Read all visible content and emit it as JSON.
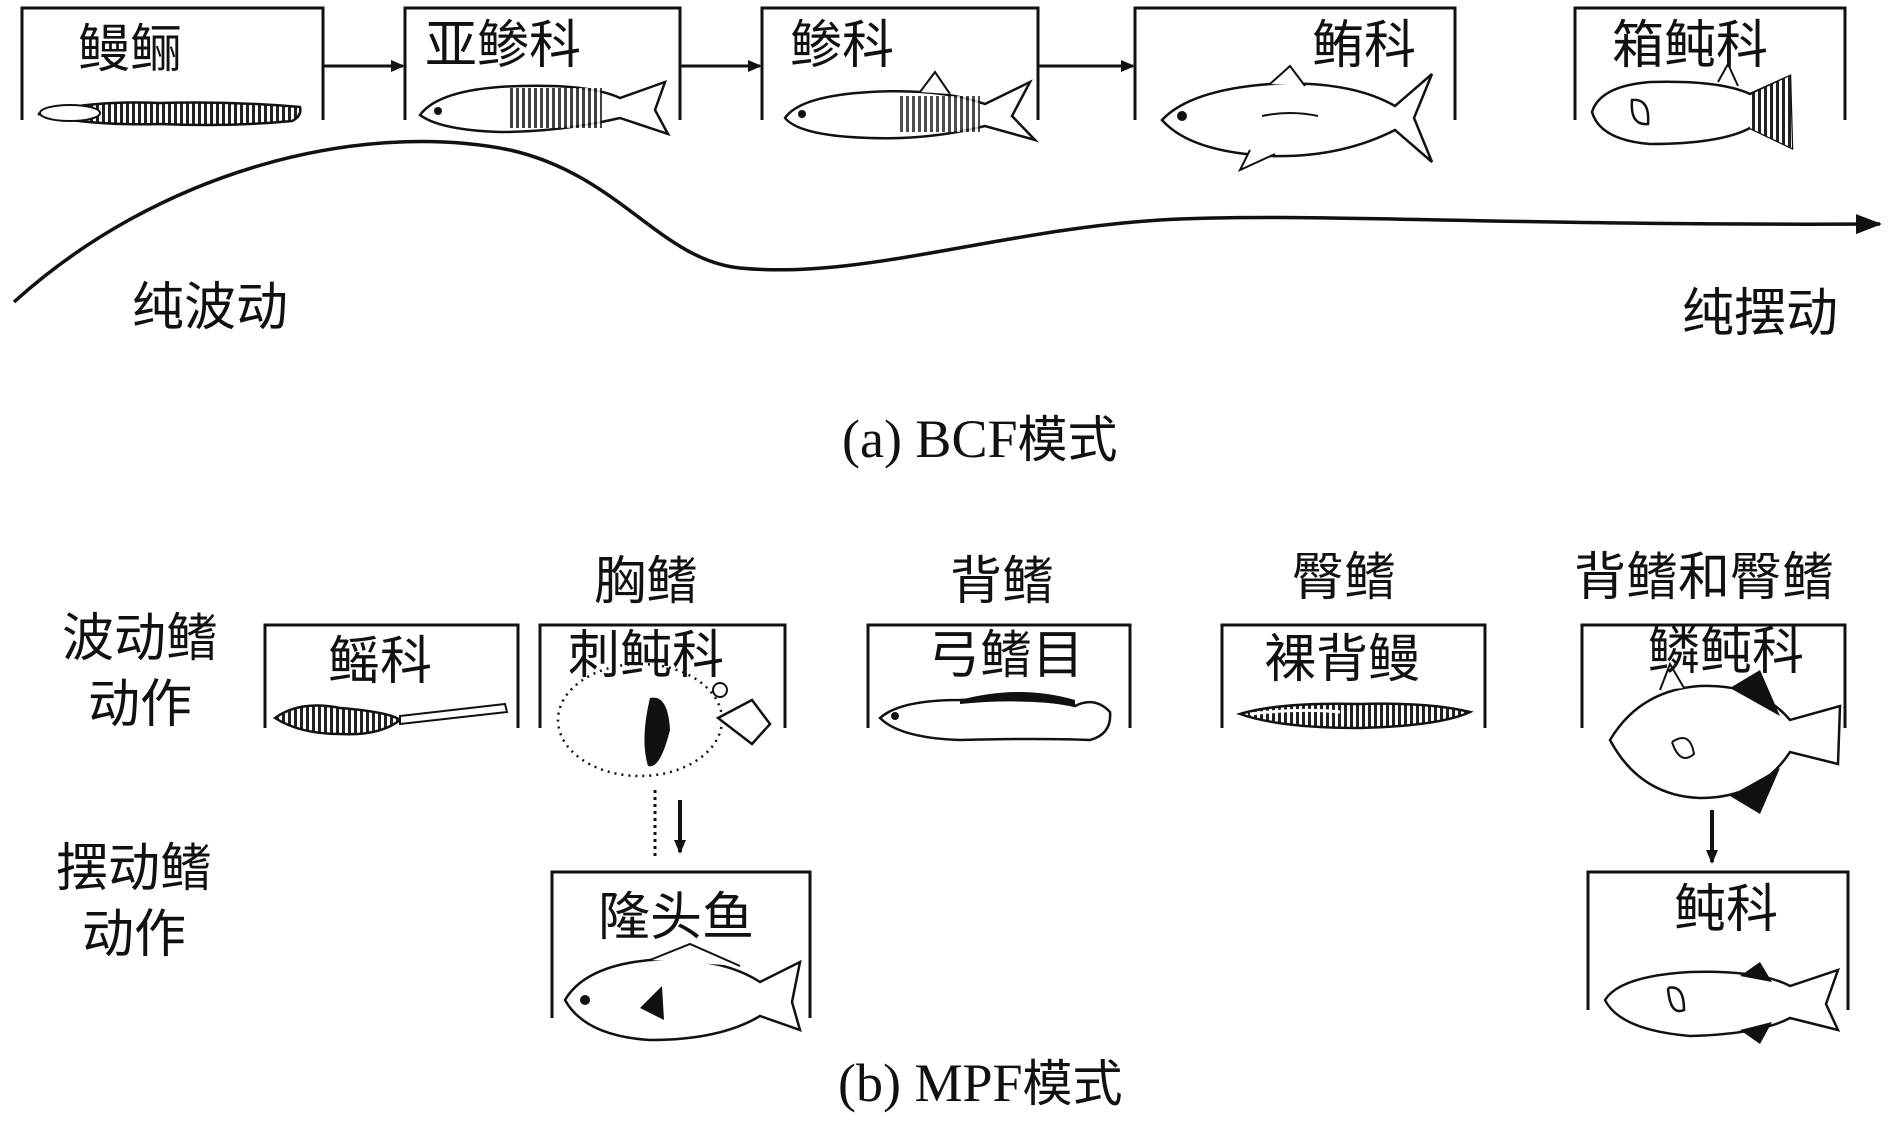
{
  "bcf": {
    "boxes": [
      {
        "label": "鳗鲡"
      },
      {
        "label": "亚鲹科"
      },
      {
        "label": "鲹科"
      },
      {
        "label": "鲔科"
      },
      {
        "label": "箱鲀科"
      }
    ],
    "left_end": "纯波动",
    "right_end": "纯摆动",
    "caption_prefix": "(a) BCF",
    "caption_suffix": "模式"
  },
  "mpf": {
    "columns": [
      {
        "header": "胸鳍"
      },
      {
        "header": "背鳍"
      },
      {
        "header": "臀鳍"
      },
      {
        "header": "背鳍和臀鳍"
      }
    ],
    "row_labels": [
      {
        "line1": "波动鳍",
        "line2": "动作"
      },
      {
        "line1": "摆动鳍",
        "line2": "动作"
      }
    ],
    "undulation_boxes": [
      {
        "label": "鳐科"
      },
      {
        "label": "刺鲀科"
      },
      {
        "label": "弓鳍目"
      },
      {
        "label": "裸背鳗"
      },
      {
        "label": "鳞鲀科"
      }
    ],
    "oscillation_boxes": [
      {
        "label": "隆头鱼"
      },
      {
        "label": "鲀科"
      }
    ],
    "caption_prefix": "(b) MPF",
    "caption_suffix": "模式"
  }
}
